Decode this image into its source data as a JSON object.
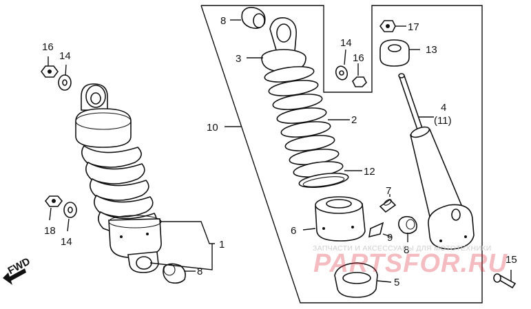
{
  "diagram": {
    "fwd_label": "FWD",
    "callouts": [
      {
        "id": "c16a",
        "text": "16"
      },
      {
        "id": "c14a",
        "text": "14"
      },
      {
        "id": "c18",
        "text": "18"
      },
      {
        "id": "c14b",
        "text": "14"
      },
      {
        "id": "c1",
        "text": "1"
      },
      {
        "id": "c8a",
        "text": "8"
      },
      {
        "id": "c10",
        "text": "10"
      },
      {
        "id": "c8b",
        "text": "8"
      },
      {
        "id": "c3",
        "text": "3"
      },
      {
        "id": "c14c",
        "text": "14"
      },
      {
        "id": "c16b",
        "text": "16"
      },
      {
        "id": "c17",
        "text": "17"
      },
      {
        "id": "c13",
        "text": "13"
      },
      {
        "id": "c2",
        "text": "2"
      },
      {
        "id": "c4",
        "text": "4"
      },
      {
        "id": "c11",
        "text": "(11)"
      },
      {
        "id": "c12",
        "text": "12"
      },
      {
        "id": "c7",
        "text": "7"
      },
      {
        "id": "c6",
        "text": "6"
      },
      {
        "id": "c9",
        "text": "9"
      },
      {
        "id": "c8c",
        "text": "8"
      },
      {
        "id": "c5",
        "text": "5"
      },
      {
        "id": "c15",
        "text": "15"
      }
    ]
  },
  "watermark": {
    "subtitle": "ЗАПЧАСТИ И АКСЕССУАРЫ ДЛЯ МОТОТЕХНИКИ",
    "brand": "PARTSFOR.RU"
  }
}
